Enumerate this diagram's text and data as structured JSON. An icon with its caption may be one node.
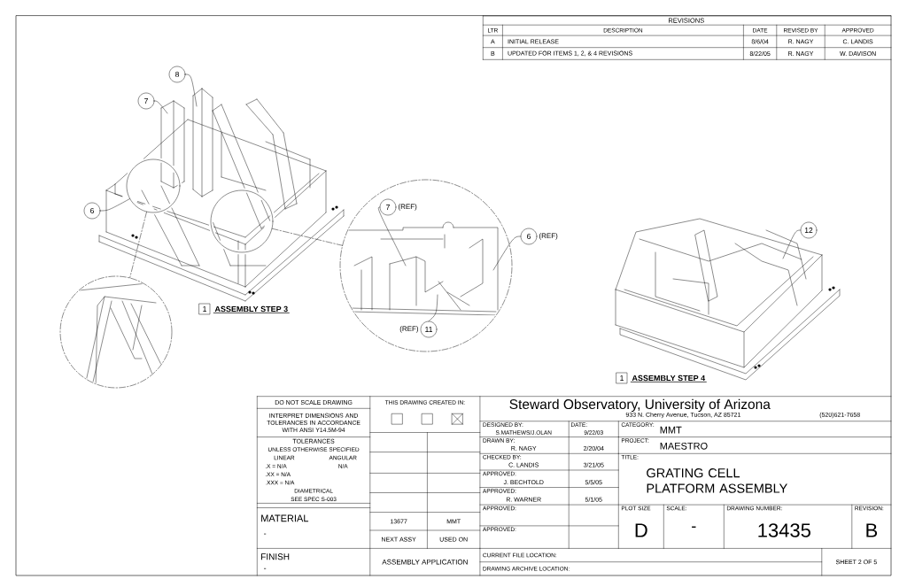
{
  "diagram": {
    "nodes": [
      {
        "text": [
          "8"
        ]
      },
      {
        "text": [
          "7"
        ]
      },
      {
        "text": [
          "6"
        ]
      },
      {
        "text": [],
        "shape": "circle"
      },
      {
        "text": [],
        "shape": "circle"
      },
      {
        "text": [],
        "shape": "circle"
      },
      {
        "text": [],
        "shape": "circle"
      },
      {
        "text": [
          "7"
        ],
        "beside": [
          "(REF)"
        ],
        "in": 6
      },
      {
        "text": [
          "6"
        ],
        "beside": [
          "(REF)"
        ]
      },
      {
        "text": [
          "11"
        ],
        "beside": [
          "(REF)"
        ],
        "in": 6
      },
      {
        "text": [
          "1"
        ],
        "beside": [
          "ASSEMBLY STEP 3"
        ]
      },
      {
        "text": [
          "12"
        ]
      },
      {
        "text": [
          "1"
        ],
        "beside": [
          "ASSEMBLY STEP 4"
        ]
      },
      {
        "text": [],
        "shape": "box"
      },
      {
        "text": [],
        "shape": "box"
      },
      {
        "text": [],
        "shape": "box"
      }
    ],
    "edges": [
      {
        "from": 0,
        "to": null,
        "arrow": "none"
      },
      {
        "from": 1,
        "to": null,
        "arrow": "none"
      },
      {
        "from": 2,
        "to": 3,
        "arrow": "none"
      },
      {
        "from": 3,
        "to": 5,
        "arrow": "none",
        "style": "dashed"
      },
      {
        "from": 4,
        "to": 6,
        "arrow": "none",
        "style": "dashed"
      },
      {
        "from": 7,
        "to": null,
        "arrow": "none"
      },
      {
        "from": 8,
        "to": null,
        "arrow": "none"
      },
      {
        "from": 9,
        "to": null,
        "arrow": "none"
      },
      {
        "from": 11,
        "to": null,
        "arrow": "none"
      }
    ],
    "labels": [
      "REVISIONS",
      "LTR",
      "DESCRIPTION",
      "DATE",
      "REVISED BY",
      "APPROVED",
      "A",
      "INITIAL RELEASE",
      "8/6/04",
      "R. NAGY",
      "C. LANDIS",
      "B",
      "UPDATED FOR ITEMS 1, 2, & 4 REVISIONS",
      "8/22/05",
      "R. NAGY",
      "W. DAVISON",
      "DO NOT SCALE DRAWING",
      "INTERPRET DIMENSIONS AND TOLERANCES IN ACCORDANCE WITH ANSI Y14.5M-94",
      "TOLERANCES",
      "UNLESS OTHERWISE SPECIFIED",
      "LINEAR",
      "ANGULAR",
      ".X = N/A",
      "N/A",
      ".XX = N/A",
      ".XXX = N/A",
      "DIAMETRICAL",
      "SEE SPEC S-003",
      "MATERIAL",
      "-",
      "FINISH",
      "-",
      "THIS DRAWING CREATED IN:",
      "13677",
      "MMT",
      "NEXT ASSY",
      "USED ON",
      "ASSEMBLY APPLICATION",
      "Steward Observatory, University of Arizona",
      "933 N. Cherry Avenue, Tucson, AZ 85721",
      "(520)621-7658",
      "DESIGNED BY:",
      "S.MATHEWS/J.OLAN",
      "DATE:",
      "9/22/03",
      "DRAWN BY:",
      "R. NAGY",
      "2/20/04",
      "CHECKED BY:",
      "C. LANDIS",
      "3/21/05",
      "APPROVED:",
      "J. BECHTOLD",
      "5/5/05",
      "APPROVED:",
      "R. WARNER",
      "5/1/05",
      "APPROVED:",
      "APPROVED:",
      "CATEGORY:",
      "MMT",
      "PROJECT:",
      "MAESTRO",
      "TITLE:",
      "GRATING CELL PLATFORM ASSEMBLY",
      "PLOT SIZE",
      "SCALE:",
      "D",
      "-",
      "DRAWING NUMBER:",
      "13435",
      "REVISION:",
      "B",
      "CURRENT FILE LOCATION:",
      "DRAWING ARCHIVE LOCATION:",
      "SHEET 2 OF 5"
    ]
  }
}
